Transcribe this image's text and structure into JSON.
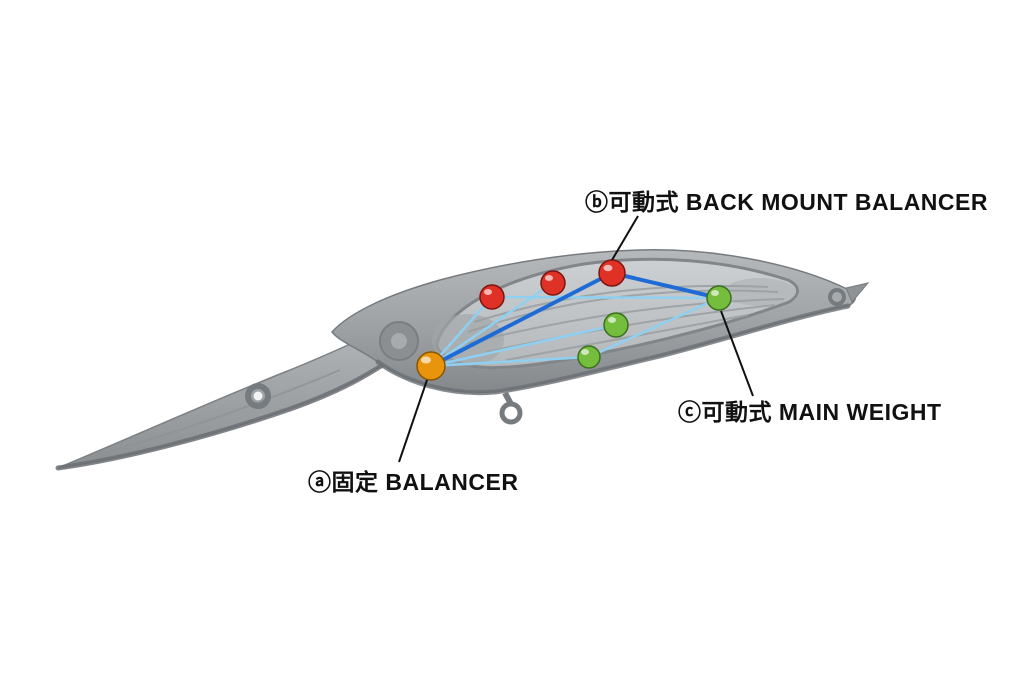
{
  "figure": {
    "type": "diagram",
    "subject": "Fishing lure cutaway showing internal balancer weight system",
    "labels": {
      "back_mount_balancer": "ⓑ可動式 BACK MOUNT BALANCER",
      "main_weight": "ⓒ可動式 MAIN WEIGHT",
      "fixed_balancer": "ⓐ固定 BALANCER"
    },
    "legend": {
      "fixed_color": "#e8940c",
      "back_mount_color": "#e03127",
      "main_weight_color": "#75bd3c",
      "path_dark_color": "#1e6bd6",
      "path_light_color": "#8fd0f2"
    }
  }
}
